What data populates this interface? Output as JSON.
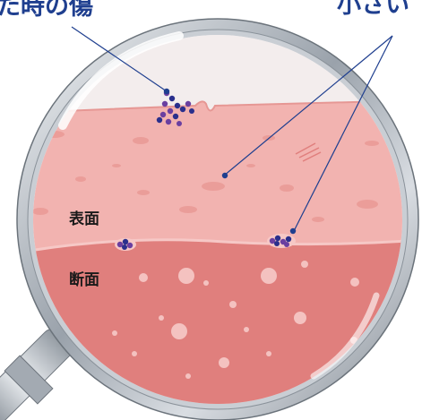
{
  "captions": {
    "left": "た時の傷",
    "right": "小さい"
  },
  "layers": {
    "surface_label": "表面",
    "section_label": "断面"
  },
  "colors": {
    "caption": "#1f3f8f",
    "skin_surface": "#f2b3b0",
    "skin_section": "#e07f7d",
    "lens_rim": "#b9bfc6",
    "particle_purple": "#6a3fa0",
    "particle_blue": "#2a2f8c",
    "pointer_line": "#1f3f8f"
  },
  "icons": {
    "magnifier": "magnifying-glass-icon"
  }
}
